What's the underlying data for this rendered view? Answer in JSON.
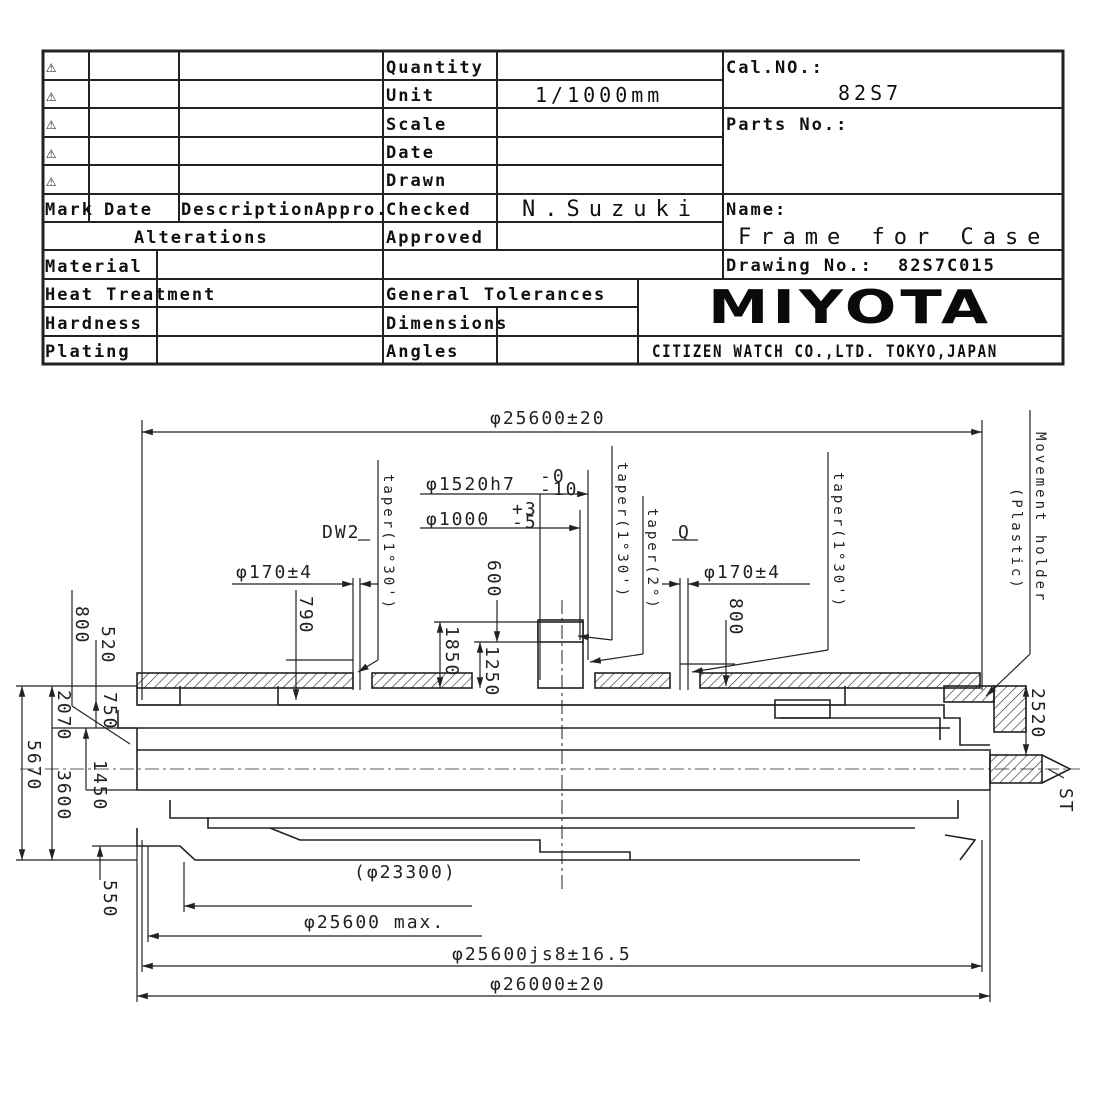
{
  "title_block": {
    "revision_mark": "⚠",
    "headers": {
      "mark": "Mark",
      "date": "Date",
      "description": "Description",
      "approved": "Appro.",
      "alterations": "Alterations"
    },
    "fields": {
      "quantity": {
        "label": "Quantity",
        "value": ""
      },
      "unit": {
        "label": "Unit",
        "value": "1/1000mm"
      },
      "scale": {
        "label": "Scale",
        "value": ""
      },
      "date": {
        "label": "Date",
        "value": ""
      },
      "drawn": {
        "label": "Drawn",
        "value": ""
      },
      "checked": {
        "label": "Checked",
        "value": "N.Suzuki"
      },
      "approved": {
        "label": "Approved",
        "value": ""
      }
    },
    "cal_no": {
      "label": "Cal.NO.:",
      "value": "82S7"
    },
    "parts_no": {
      "label": "Parts No.:",
      "value": ""
    },
    "name": {
      "label": "Name:",
      "value": "Frame for Case"
    },
    "drawing_no": {
      "label": "Drawing No.:",
      "value": "82S7C015"
    },
    "material": {
      "label": "Material",
      "value": ""
    },
    "heat_treatment": {
      "label": "Heat Treatment",
      "value": ""
    },
    "hardness": {
      "label": "Hardness",
      "value": ""
    },
    "plating": {
      "label": "Plating",
      "value": ""
    },
    "general_tolerances": "General Tolerances",
    "dimensions": {
      "label": "Dimensions",
      "value": ""
    },
    "angles": {
      "label": "Angles",
      "value": ""
    },
    "logo": "MIYOTA",
    "company": "CITIZEN WATCH CO.,LTD. TOKYO,JAPAN"
  },
  "drawing": {
    "dimensions": {
      "top_diameter": "φ25600±20",
      "d1520": "φ1520h7",
      "d1520_tol_upper": "-0",
      "d1520_tol_lower": "-10",
      "d1000": "φ1000",
      "d1000_tol_upper": "+3",
      "d1000_tol_lower": "-5",
      "d170_left": "φ170±4",
      "d170_right": "φ170±4",
      "d23300": "(φ23300)",
      "d25600_max": "φ25600 max.",
      "d25600_js8": "φ25600js8±16.5",
      "d26000": "φ26000±20",
      "h800_left": "800",
      "h520": "520",
      "h790": "790",
      "h600": "600",
      "h1850": "1850",
      "h1250": "1250",
      "h800_right": "800",
      "h750": "750",
      "h2070": "2070",
      "h5670": "5670",
      "h3600": "3600",
      "h1450": "1450",
      "h550": "550",
      "h2520": "2520"
    },
    "labels": {
      "dw2": "DW2",
      "q": "Q",
      "st": "ST",
      "taper_left": "taper(1°30')",
      "taper_center": "taper(1°30')",
      "taper_2": "taper(2°)",
      "taper_right": "taper(1°30')",
      "movement_holder": "Movement holder",
      "plastic": "(Plastic)"
    }
  }
}
